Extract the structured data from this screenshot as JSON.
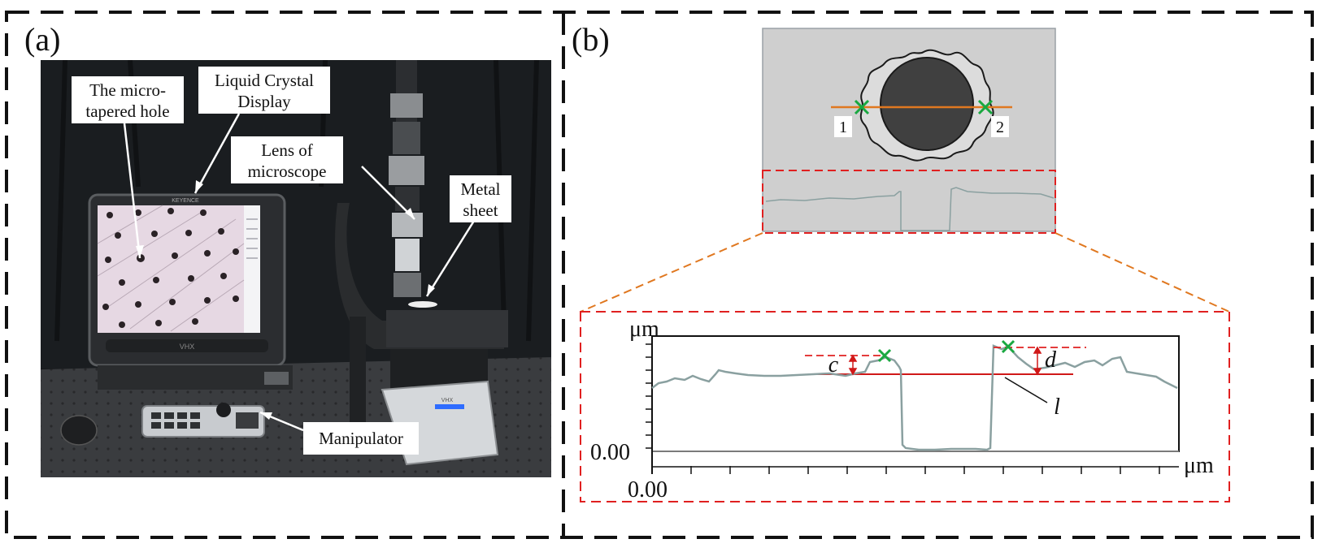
{
  "panel_a": {
    "label": "(a)",
    "callouts": [
      {
        "lines": [
          "The micro-",
          "tapered hole"
        ]
      },
      {
        "lines": [
          "Liquid Crystal",
          "Display"
        ]
      },
      {
        "lines": [
          "Lens of",
          "microscope"
        ]
      },
      {
        "lines": [
          "Metal",
          "sheet"
        ]
      },
      {
        "lines": [
          "Manipulator"
        ]
      }
    ],
    "brand_monitor": "KEYENCE",
    "brand_base": "VHX"
  },
  "panel_b": {
    "label": "(b)",
    "point_labels": [
      "1",
      "2"
    ],
    "profile": {
      "y_unit": "μm",
      "x_unit": "μm",
      "y_zero": "0.00",
      "x_zero": "0.00",
      "annotations": {
        "c": "c",
        "d": "d",
        "l": "l"
      }
    }
  },
  "colors": {
    "frame_dash": "#111111",
    "zoom_box": "#e02020",
    "orange_line": "#e07820",
    "green_mark": "#19a840",
    "profile_line": "#8aa0a0",
    "reference_line": "#d01818",
    "surface_gray": "#cfcfcf",
    "hole_dark": "#404040"
  }
}
